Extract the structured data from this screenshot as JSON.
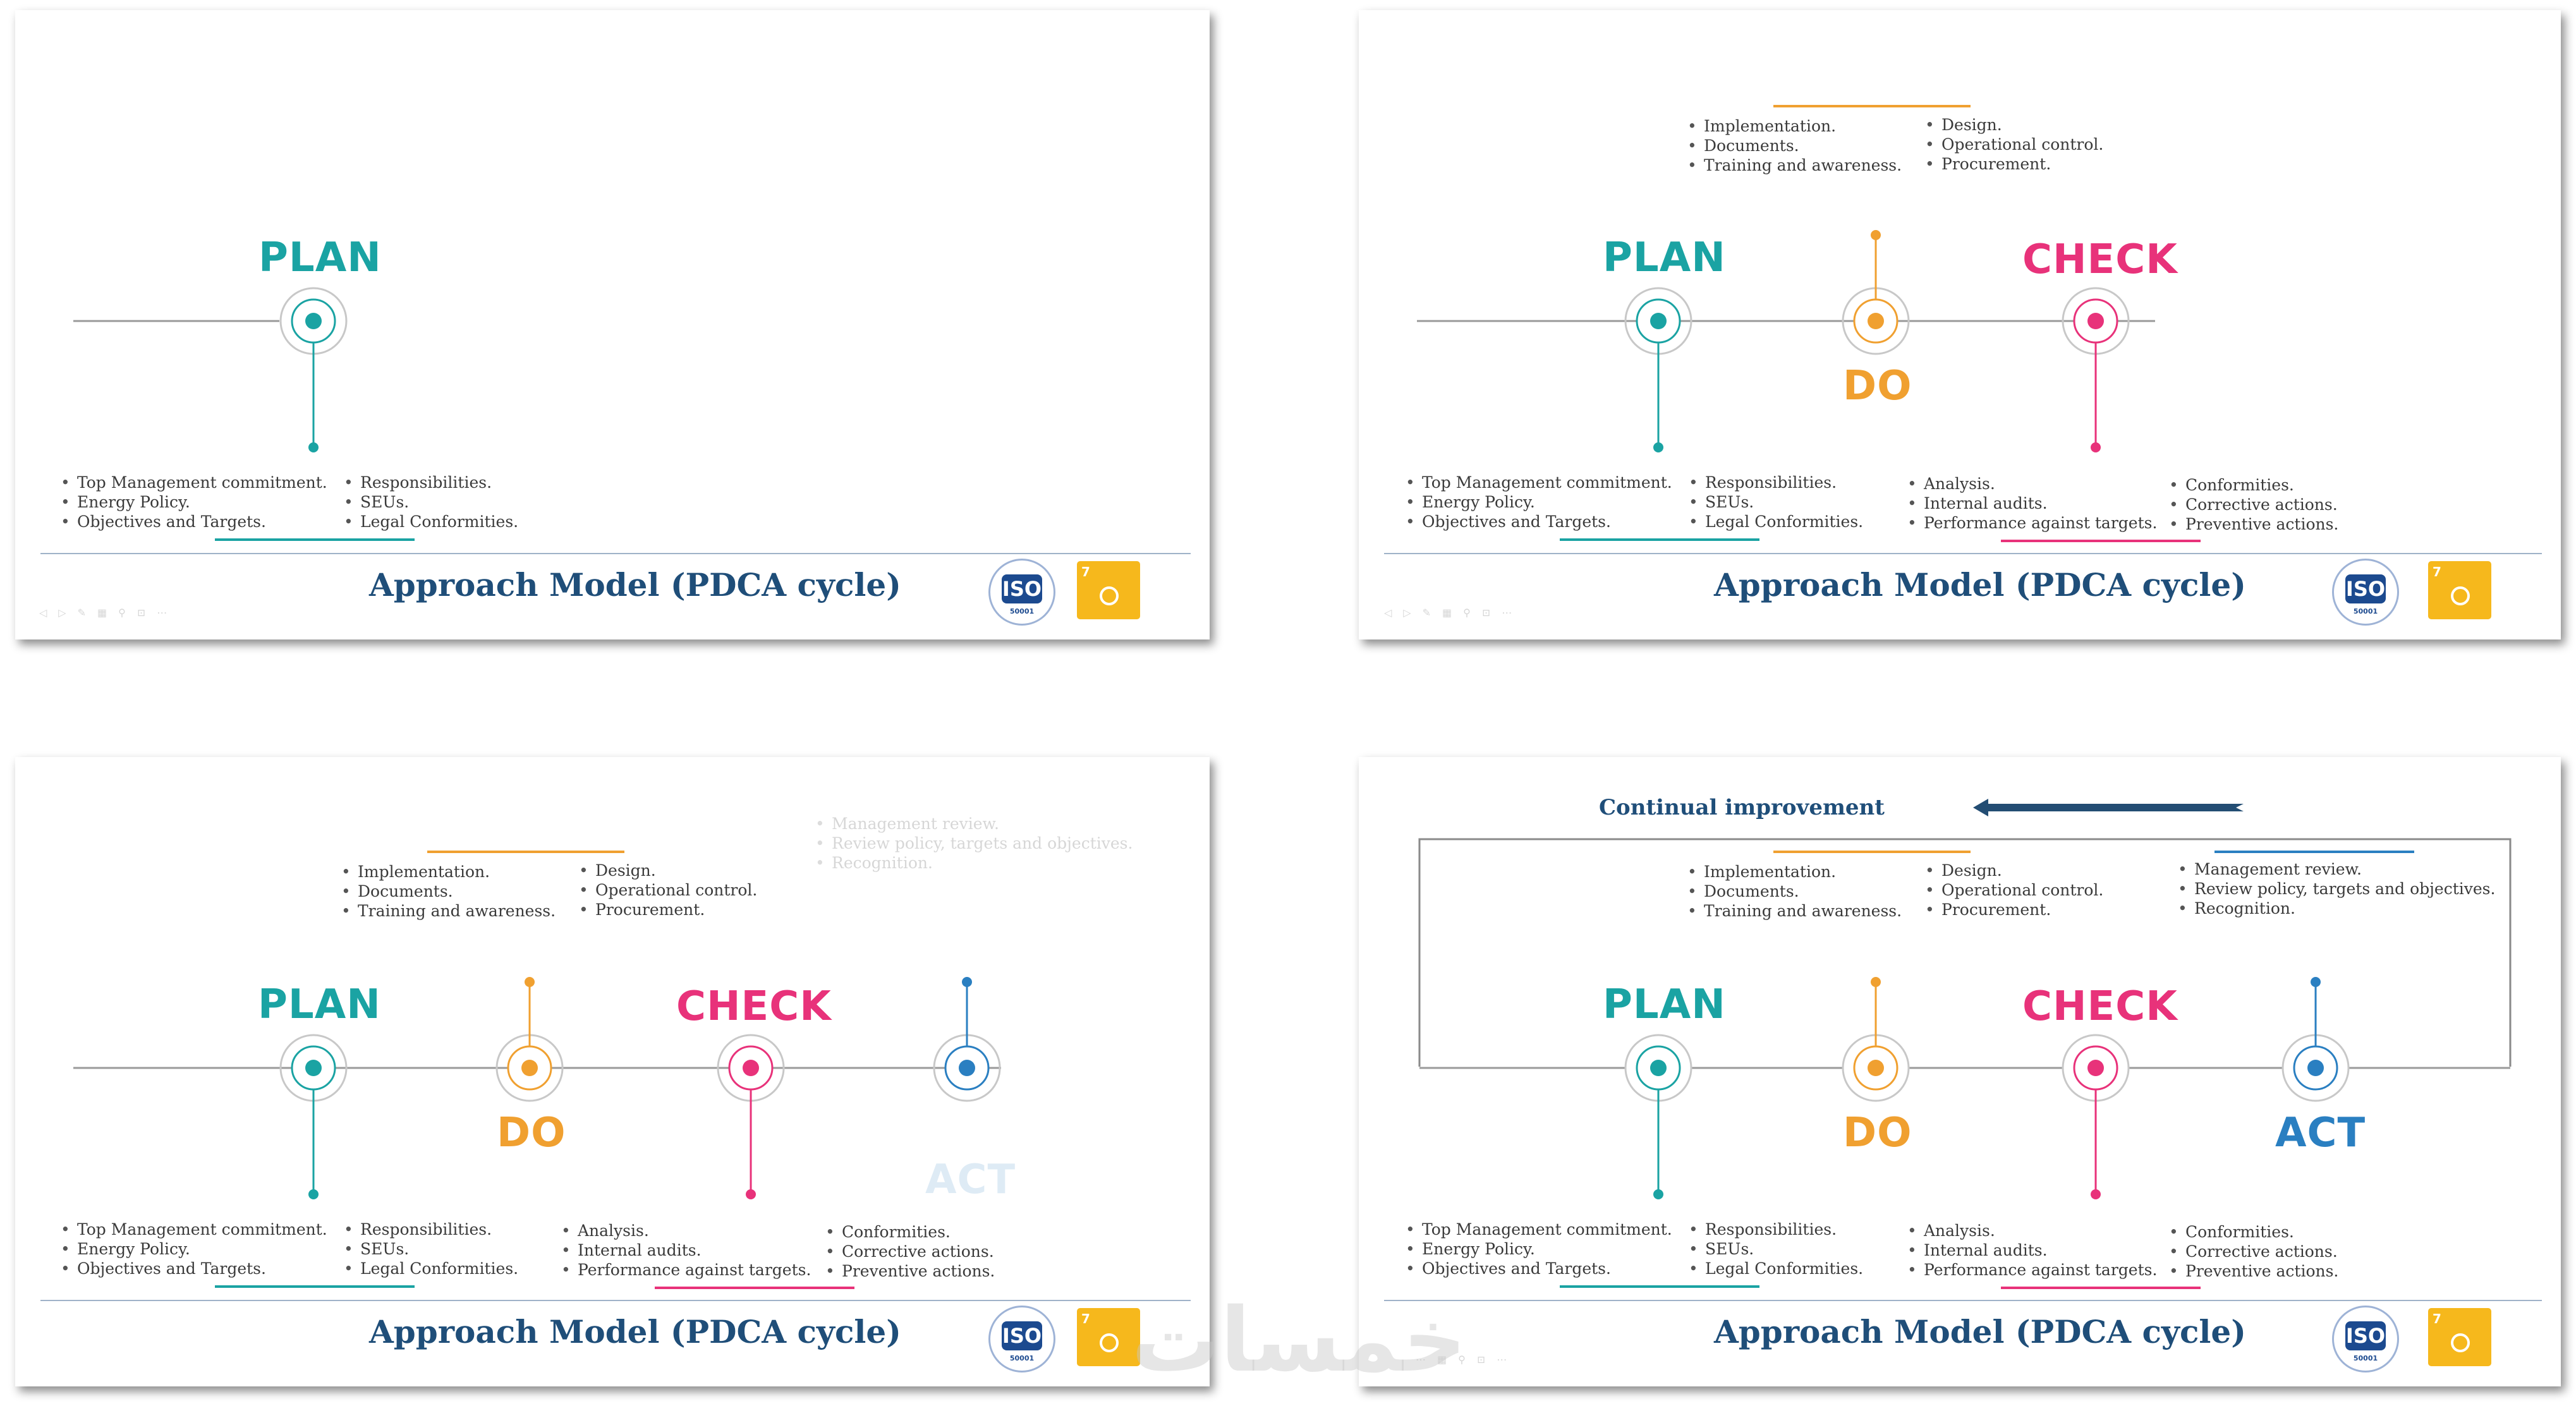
{
  "deck": {
    "title": "Approach Model (PDCA cycle)",
    "stages": {
      "plan": "PLAN",
      "do": "DO",
      "check": "CHECK",
      "act": "ACT"
    },
    "plan_col1": [
      "Top Management commitment.",
      "Energy Policy.",
      "Objectives and Targets."
    ],
    "plan_col2": [
      "Responsibilities.",
      "SEUs.",
      "Legal Conformities."
    ],
    "do_col1": [
      "Implementation.",
      "Documents.",
      "Training and awareness."
    ],
    "do_col2": [
      "Design.",
      "Operational control.",
      "Procurement."
    ],
    "check_col1": [
      "Analysis.",
      "Internal audits.",
      "Performance against targets."
    ],
    "check_col2": [
      "Conformities.",
      "Corrective actions.",
      "Preventive actions."
    ],
    "act_col1": [
      "Management review.",
      "Review policy, targets and objectives.",
      "Recognition."
    ],
    "continual": "Continual improvement",
    "iso": {
      "label": "ISO",
      "number": "50001"
    },
    "sdg": {
      "number": "7"
    },
    "watermark": "خمسات",
    "colors": {
      "plan": "#1aa3a3",
      "do": "#f0a030",
      "check": "#e8327a",
      "act": "#2a7fc1",
      "title": "#1f4e79",
      "arrow": "#234d73"
    }
  }
}
